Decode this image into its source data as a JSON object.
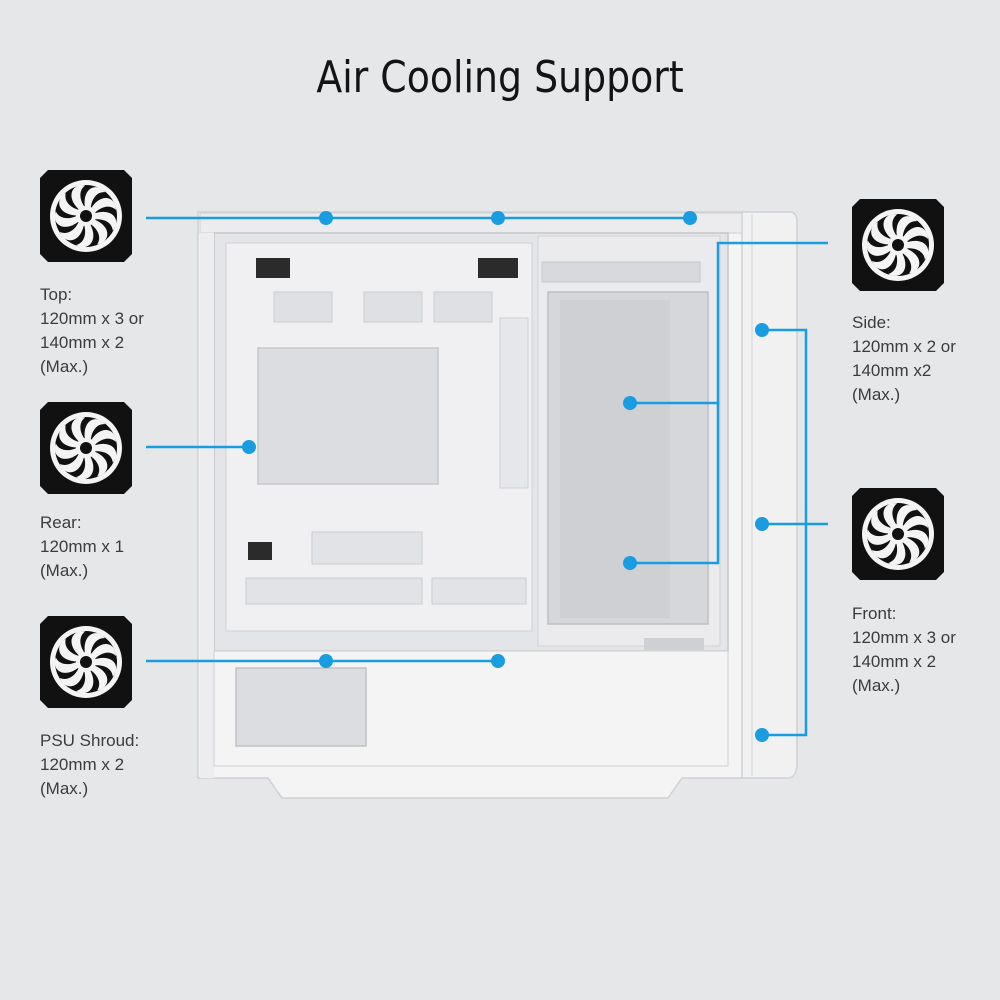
{
  "title": "Air Cooling Support",
  "accent_color": "#1a9ce0",
  "icons": {
    "fan": "fan-icon",
    "case": "pc-case-icon"
  },
  "labels": {
    "top": "Top:\n120mm x 3 or\n140mm x 2\n(Max.)",
    "rear": "Rear:\n120mm x 1\n(Max.)",
    "psu_shroud": "PSU Shroud:\n120mm x 2\n(Max.)",
    "side": "Side:\n120mm x 2 or\n140mm x2\n(Max.)",
    "front": "Front:\n120mm x 3 or\n140mm x 2\n(Max.)"
  }
}
